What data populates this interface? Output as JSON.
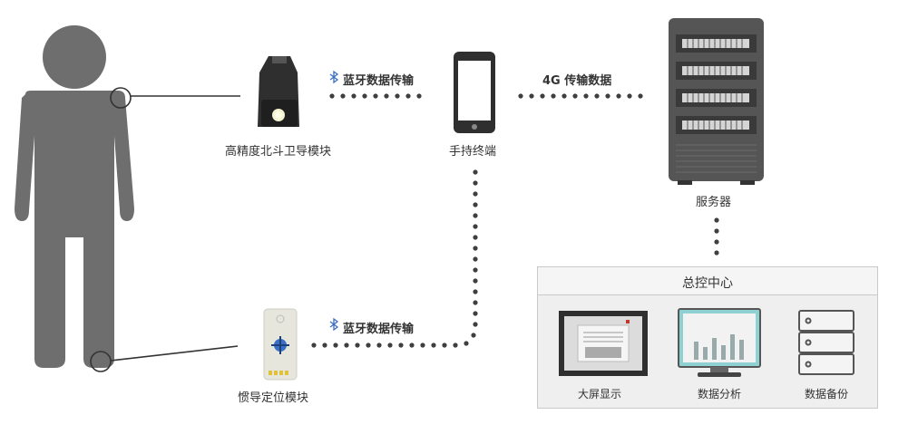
{
  "person": {
    "icon": "person-silhouette"
  },
  "beidou_module": {
    "label": "高精度北斗卫导模块",
    "icon": "gnss-module-icon"
  },
  "inertial_module": {
    "label": "惯导定位模块",
    "icon": "imu-module-icon"
  },
  "handheld": {
    "label": "手持终端",
    "icon": "phone-icon"
  },
  "server": {
    "label": "服务器",
    "icon": "server-icon"
  },
  "links": {
    "bt_top": "蓝牙数据传输",
    "bt_bottom": "蓝牙数据传输",
    "net": "4G 传输数据"
  },
  "control_center": {
    "title": "总控中心",
    "items": [
      {
        "label": "大屏显示",
        "icon": "large-screen-icon"
      },
      {
        "label": "数据分析",
        "icon": "data-analysis-monitor-icon"
      },
      {
        "label": "数据备份",
        "icon": "data-backup-drive-icon"
      }
    ]
  },
  "colors": {
    "figure": "#6e6e6e",
    "dots": "#3f3f3f",
    "bluetooth": "#3b6fc4",
    "device_dark": "#2f2f2f"
  }
}
